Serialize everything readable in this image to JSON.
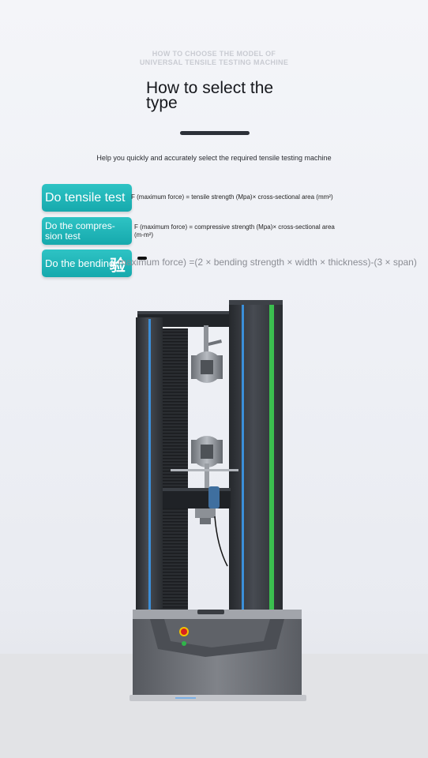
{
  "header": {
    "eyebrow_line1": "HOW TO CHOOSE THE MODEL OF",
    "eyebrow_line2": "UNIVERSAL TENSILE TESTING MACHINE",
    "title": "How to select the type",
    "subtitle": "Help you quickly and accurately select the required tensile testing machine"
  },
  "tests": [
    {
      "label": "Do tensile test",
      "formula": "F (maximum force) = tensile strength (Mpa)× cross-sectional area (mm²)"
    },
    {
      "label": "Do the compres-sion test",
      "formula": "F (maximum force) = compressive strength (Mpa)× cross-sectional area (m-m²)"
    },
    {
      "label": "Do the bending",
      "overlay_glyph": "验",
      "formula": "maximum force) =(2 × bending strength × width × thickness)-(3 × span)"
    }
  ],
  "colors": {
    "accent": "#1fb5b8",
    "title_bar": "#2c3038",
    "emergency_stop": "#d8201f",
    "status_led": "#2fb54a",
    "blue_stripe": "#3b8fd9",
    "green_stripe": "#3bbf4f"
  }
}
